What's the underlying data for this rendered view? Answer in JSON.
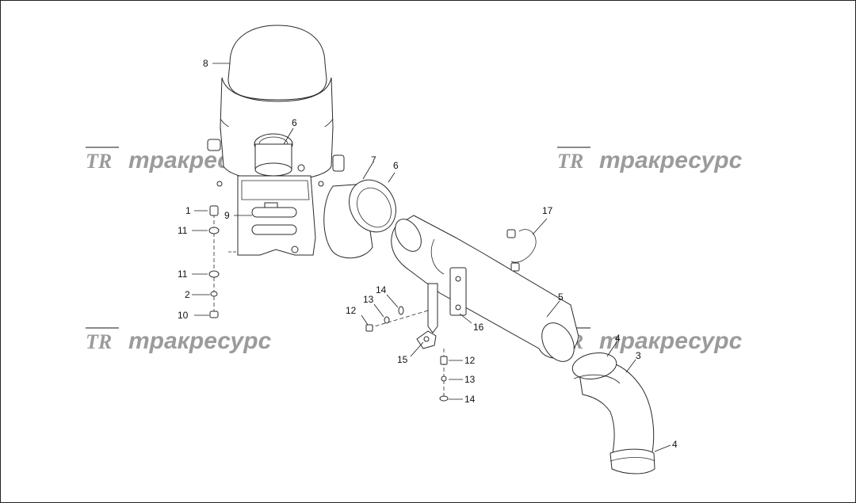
{
  "watermark": {
    "logo": "TR",
    "brand": "тракресурс"
  },
  "callouts": {
    "c1": "1",
    "c2": "2",
    "c3": "3",
    "c4a": "4",
    "c4b": "4",
    "c5": "5",
    "c6a": "6",
    "c6b": "6",
    "c7": "7",
    "c8": "8",
    "c9": "9",
    "c10": "10",
    "c11a": "11",
    "c11b": "11",
    "c12a": "12",
    "c12b": "12",
    "c13a": "13",
    "c13b": "13",
    "c14a": "14",
    "c14b": "14",
    "c15": "15",
    "c16": "16",
    "c17": "17"
  }
}
